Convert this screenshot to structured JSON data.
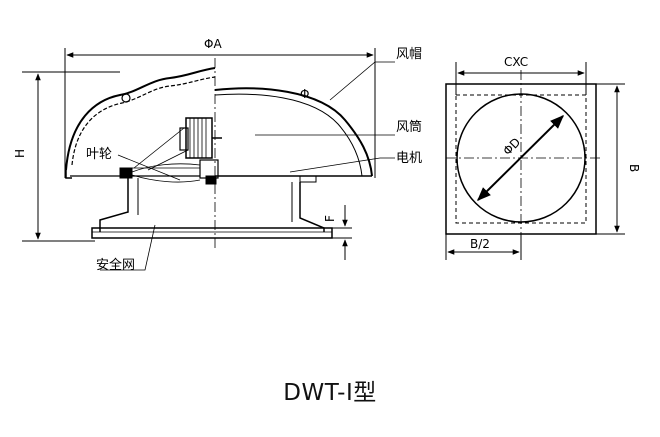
{
  "labels": {
    "hood": "风帽",
    "duct": "风筒",
    "motor": "电机",
    "impeller": "叶轮",
    "safety_net": "安全网"
  },
  "dimensions": {
    "diameter_a": "ΦA",
    "phi_mark": "Φ",
    "height": "H",
    "flange": "F",
    "square": "CXC",
    "diameter_d": "ΦD",
    "side_b": "B",
    "half_b": "B/2"
  },
  "model": "DWT-I型"
}
